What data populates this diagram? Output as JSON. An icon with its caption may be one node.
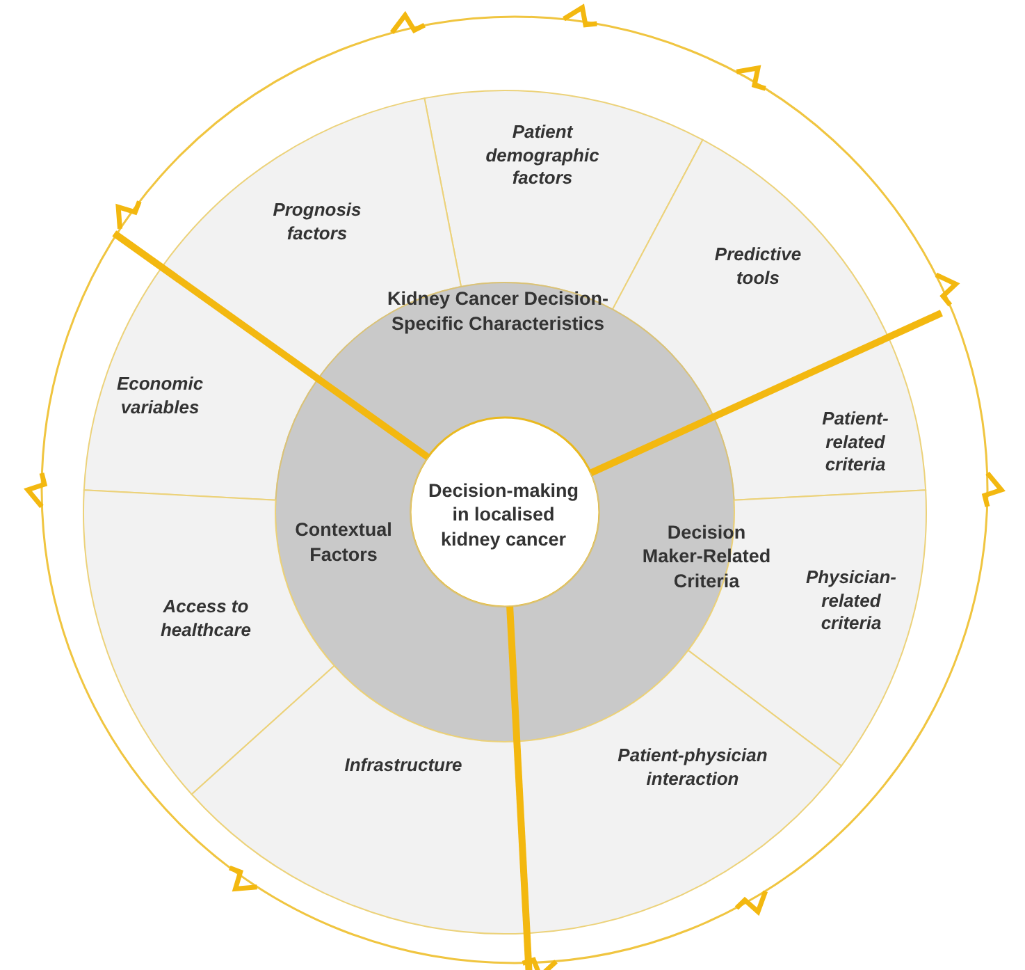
{
  "diagram": {
    "nodes": [
      {
        "text": [
          "Patient demographic factors"
        ]
      },
      {
        "text": [
          "Prognosis factors"
        ]
      },
      {
        "text": [
          "Predictive tools"
        ]
      },
      {
        "text": [
          "Kidney Cancer Decision-Specific Characteristics"
        ]
      },
      {
        "text": [
          "Economic variables"
        ]
      },
      {
        "text": [
          "Patient-related criteria"
        ]
      },
      {
        "text": [
          "Decision-making in localised kidney cancer"
        ]
      },
      {
        "text": [
          "Contextual Factors"
        ]
      },
      {
        "text": [
          "Decision Maker-Related Criteria"
        ]
      },
      {
        "text": [
          "Access to healthcare"
        ]
      },
      {
        "text": [
          "Physician-related criteria"
        ]
      },
      {
        "text": [
          "Infrastructure"
        ]
      },
      {
        "text": [
          "Patient-physician interaction"
        ]
      }
    ]
  }
}
